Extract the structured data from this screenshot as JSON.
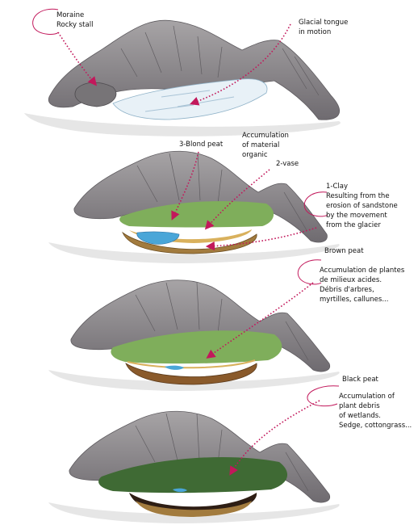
{
  "colors": {
    "rock": "#8d8a8c",
    "rock_dark": "#5f5c60",
    "rock_light": "#b9b6b8",
    "ice": "#e8f1f7",
    "ice_shadow": "#a9c4d6",
    "vegetation": "#7fae5b",
    "vegetation_dark": "#3f6a34",
    "clay": "#a27b3e",
    "peat_blond": "#d9b15d",
    "peat_brown": "#8a5a2b",
    "peat_black": "#2e1e14",
    "water": "#4aa6d8",
    "pointer": "#c2185b",
    "callout": "#c2185b"
  },
  "panels": [
    {
      "stage": "glacier",
      "labels": {
        "moraine": [
          "Moraine",
          "Rocky stall"
        ],
        "tongue": [
          "Glacial tongue",
          "in motion"
        ]
      }
    },
    {
      "stage": "lake-infill",
      "labels": {
        "blond_peat": [
          "3-Blond peat"
        ],
        "organic": [
          "Accumulation",
          "of material",
          "organic"
        ],
        "vase": [
          "2-vase"
        ],
        "clay": [
          "1-Clay",
          "Resulting from the",
          "erosion of sandstone",
          "by the movement",
          "from the glacier"
        ]
      }
    },
    {
      "stage": "brown-peat",
      "labels": {
        "title": [
          "Brown peat"
        ],
        "body": [
          "Accumulation de plantes",
          "de milieux acides.",
          "Débris d'arbres,",
          "myrtilles, callunes..."
        ]
      }
    },
    {
      "stage": "black-peat",
      "labels": {
        "title": [
          "Black peat"
        ],
        "body": [
          "Accumulation of",
          "plant debris",
          "of wetlands.",
          "Sedge, cottongrass..."
        ]
      }
    }
  ]
}
